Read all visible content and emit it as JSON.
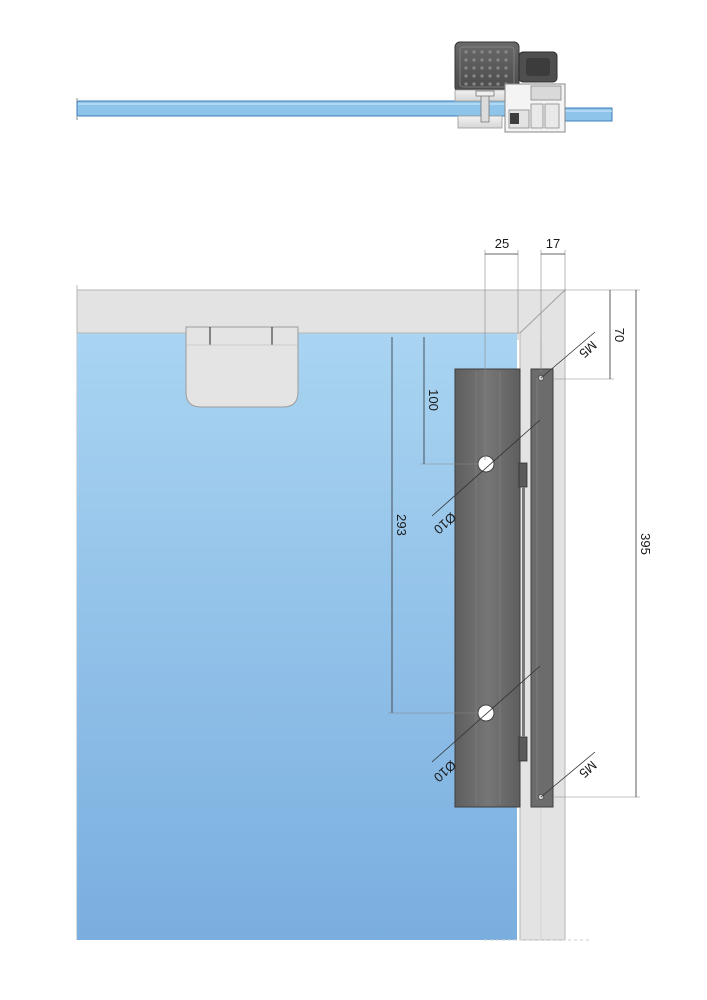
{
  "dimensions": {
    "top_width_1": "25",
    "top_width_2": "17",
    "right_top": "70",
    "right_total": "395",
    "hole_offset": "100",
    "hole_spacing": "293",
    "hole_dia_1": "Ø10",
    "hole_dia_2": "Ø10",
    "thread_1": "M5",
    "thread_2": "M5"
  },
  "colors": {
    "glass_top": "#a9d4f2",
    "glass_bottom": "#7aaedf",
    "frame": "#e3e3e3",
    "frame_stroke": "#b5b5b5",
    "lock_body": "#6d6d6d",
    "clamp": "#e8e8e8"
  }
}
